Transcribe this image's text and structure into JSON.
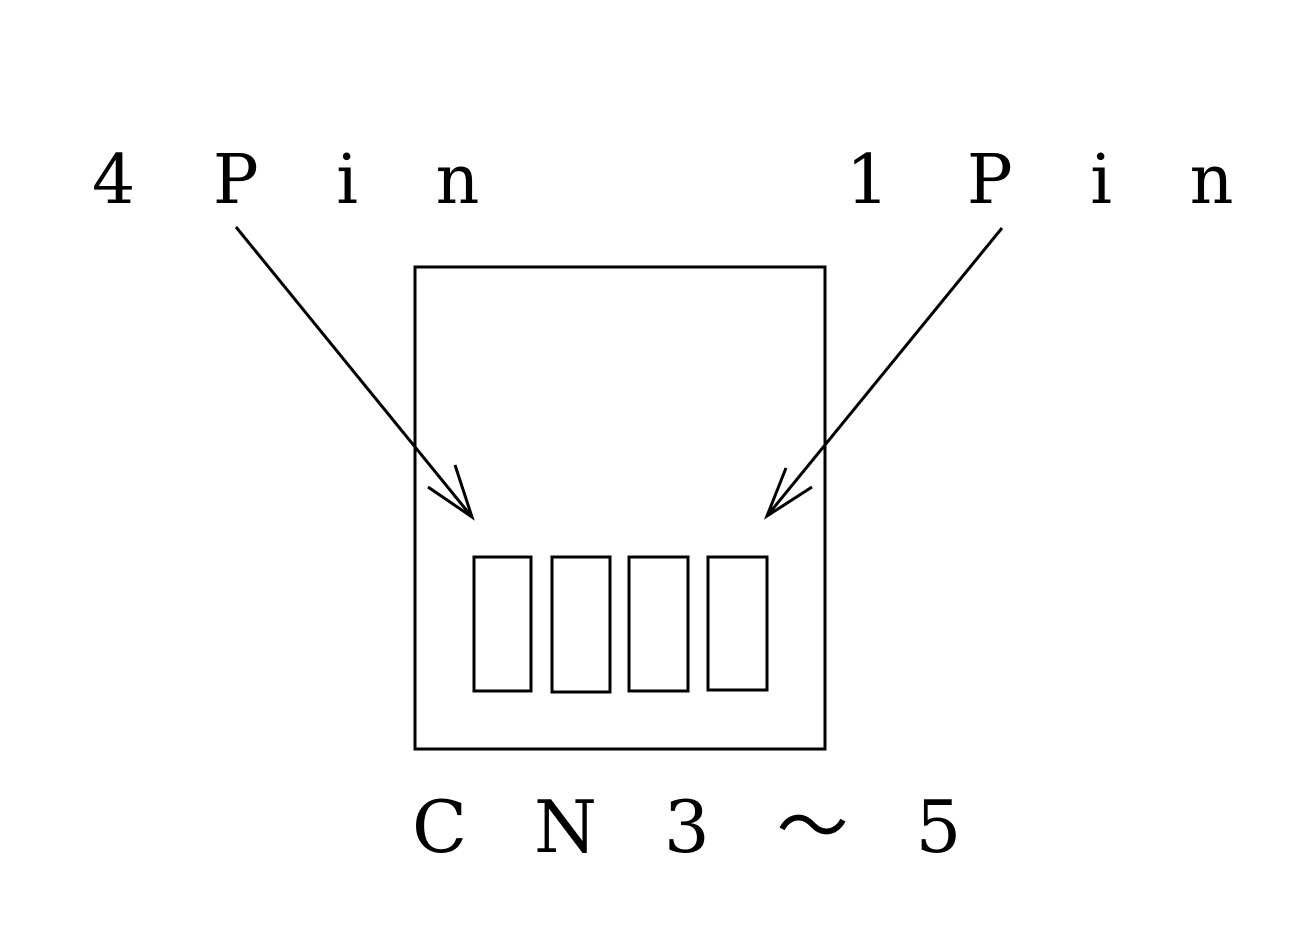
{
  "labels": {
    "left_pin": "4 P i n",
    "right_pin": "1 P i n",
    "connector_caption": "C N 3 ～ 5"
  },
  "connector": {
    "pin_count": 4
  },
  "colors": {
    "line": "#000000",
    "background": "#ffffff"
  }
}
